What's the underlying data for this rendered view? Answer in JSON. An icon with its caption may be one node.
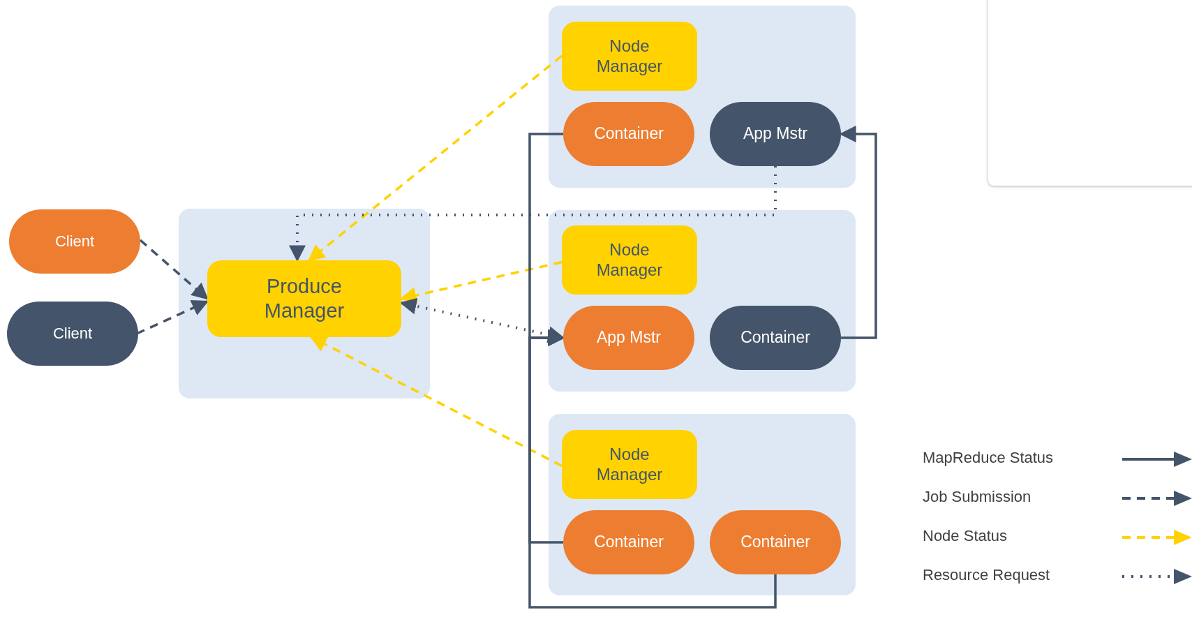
{
  "diagram": {
    "nodes": [
      {
        "text": [
          "Client"
        ]
      },
      {
        "text": [
          "Client"
        ]
      },
      {
        "text": [],
        "shape": "box"
      },
      {
        "text": [
          "Produce Manager"
        ],
        "in": 2
      },
      {
        "text": [],
        "shape": "box"
      },
      {
        "text": [
          "Node Manager"
        ],
        "in": 4
      },
      {
        "text": [
          "Container"
        ],
        "in": 4
      },
      {
        "text": [
          "App Mstr"
        ],
        "in": 4
      },
      {
        "text": [],
        "shape": "box"
      },
      {
        "text": [
          "Node Manager"
        ],
        "in": 8
      },
      {
        "text": [
          "App Mstr"
        ],
        "in": 8
      },
      {
        "text": [
          "Container"
        ],
        "in": 8
      },
      {
        "text": [],
        "shape": "box"
      },
      {
        "text": [
          "Node Manager"
        ],
        "in": 12
      },
      {
        "text": [
          "Container"
        ],
        "in": 12
      },
      {
        "text": [
          "Container"
        ],
        "in": 12
      }
    ],
    "edges": [
      {
        "from": 0,
        "to": 3,
        "arrow": "to",
        "style": "dashed"
      },
      {
        "from": 1,
        "to": 3,
        "arrow": "to",
        "style": "dashed"
      },
      {
        "from": 5,
        "to": 3,
        "arrow": "to",
        "style": "dashed",
        "color": "#ffd200"
      },
      {
        "from": 9,
        "to": 3,
        "arrow": "to",
        "style": "dashed",
        "color": "#ffd200"
      },
      {
        "from": 13,
        "to": 3,
        "arrow": "to",
        "style": "dashed",
        "color": "#ffd200"
      },
      {
        "from": 7,
        "to": 3,
        "arrow": "to",
        "style": "dashed"
      },
      {
        "from": 3,
        "to": 10,
        "arrow": "both",
        "style": "dashed"
      },
      {
        "from": 6,
        "to": 10,
        "arrow": "to"
      },
      {
        "from": 14,
        "to": 10,
        "arrow": "to"
      },
      {
        "from": 15,
        "to": 10,
        "arrow": "to"
      },
      {
        "from": 11,
        "to": 7,
        "arrow": "to"
      }
    ],
    "legend": [
      {
        "text": "MapReduce Status"
      },
      {
        "text": "Job Submission"
      },
      {
        "text": "Node Status"
      },
      {
        "text": "Resource Request"
      }
    ]
  }
}
